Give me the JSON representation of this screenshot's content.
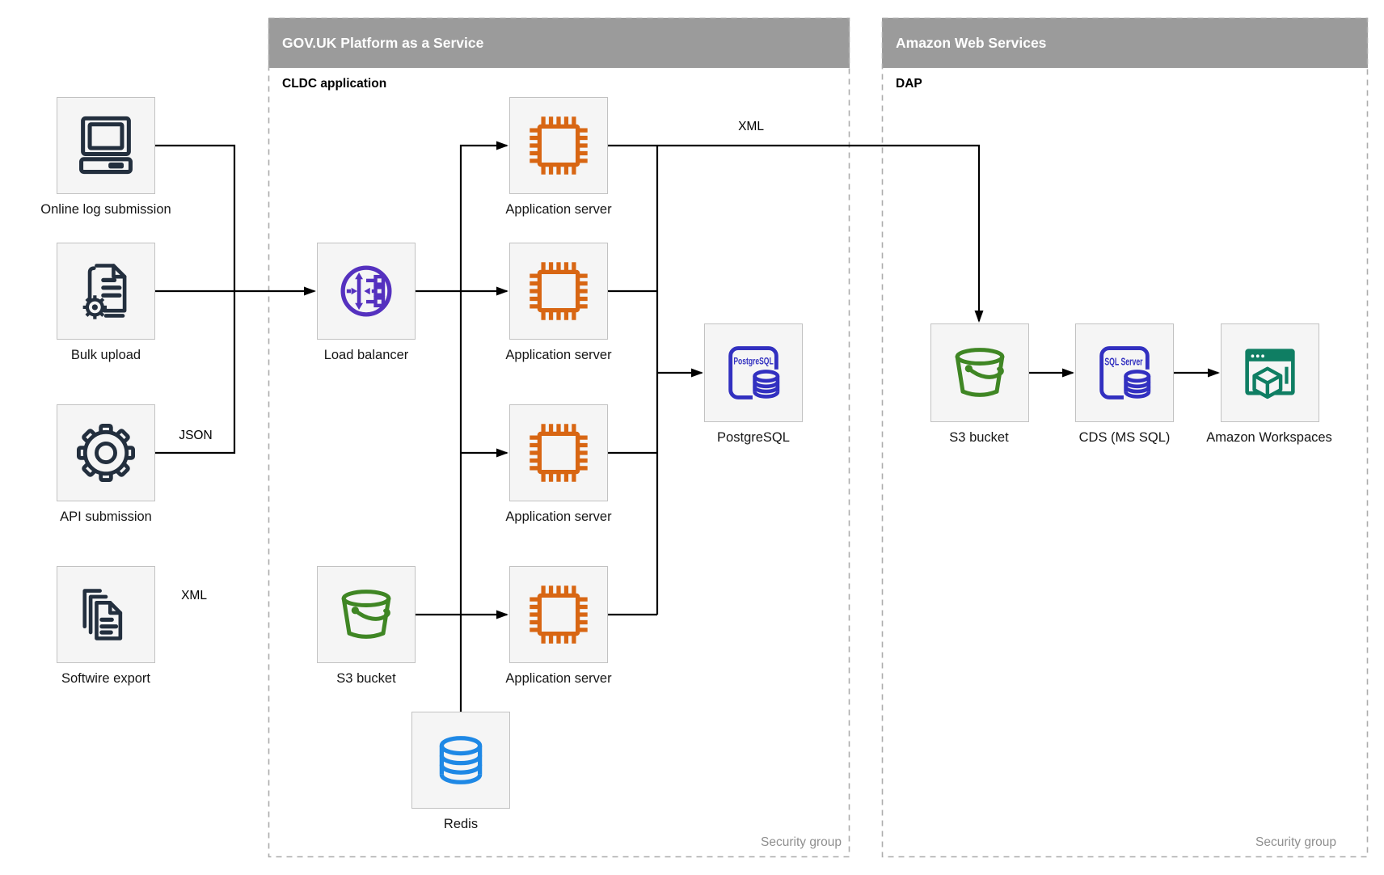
{
  "containers": {
    "paas": {
      "title": "GOV.UK Platform as a Service",
      "sublabel": "CLDC application",
      "footer": "Security group"
    },
    "aws": {
      "title": "Amazon Web Services",
      "sublabel": "DAP",
      "footer": "Security group"
    }
  },
  "nodes": {
    "online_log": {
      "label": "Online log submission"
    },
    "bulk_upload": {
      "label": "Bulk upload"
    },
    "api_submission": {
      "label": "API submission"
    },
    "softwire_export": {
      "label": "Softwire export"
    },
    "load_balancer": {
      "label": "Load balancer"
    },
    "app_server": {
      "label": "Application server"
    },
    "s3_paas": {
      "label": "S3 bucket"
    },
    "postgresql": {
      "label": "PostgreSQL",
      "badge": "PostgreSQL"
    },
    "redis": {
      "label": "Redis"
    },
    "s3_aws": {
      "label": "S3 bucket"
    },
    "cds": {
      "label": "CDS (MS SQL)",
      "badge": "SQL Server"
    },
    "workspaces": {
      "label": "Amazon Workspaces"
    }
  },
  "edge_labels": {
    "json": "JSON",
    "xml_softwire": "XML",
    "xml_app": "XML"
  },
  "colors": {
    "navy": "#232F3E",
    "orange": "#D86613",
    "purple": "#5531BF",
    "green": "#3F8624",
    "indigo": "#3230C0",
    "blue": "#1E88E5",
    "teal": "#0F7E63",
    "header_gray": "#9B9B9B",
    "node_fill": "#F5F5F5"
  }
}
